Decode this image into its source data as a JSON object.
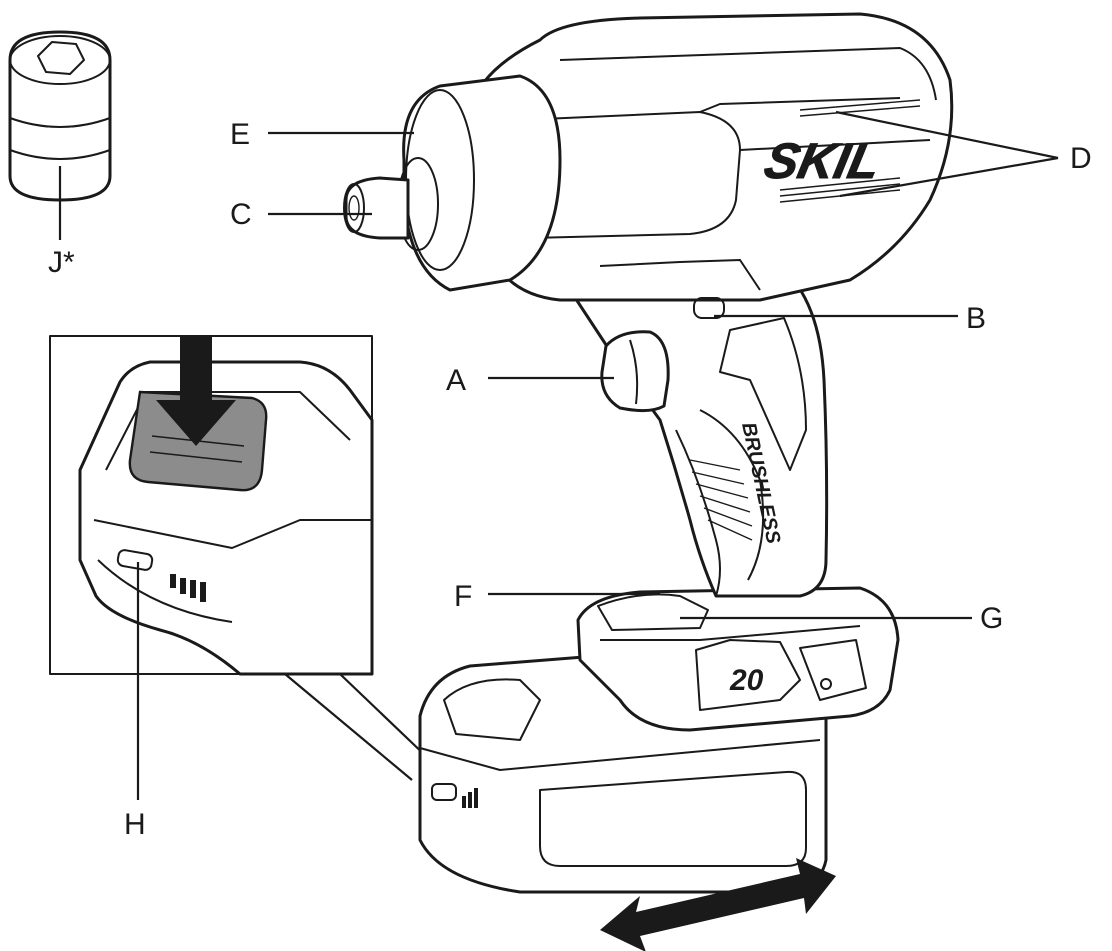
{
  "labels": {
    "A": "A",
    "B": "B",
    "C": "C",
    "D": "D",
    "E": "E",
    "F": "F",
    "G": "G",
    "H": "H",
    "J": "J*"
  },
  "markings": {
    "brand": "SKIL",
    "motor": "BRUSHLESS",
    "voltage": "20"
  }
}
